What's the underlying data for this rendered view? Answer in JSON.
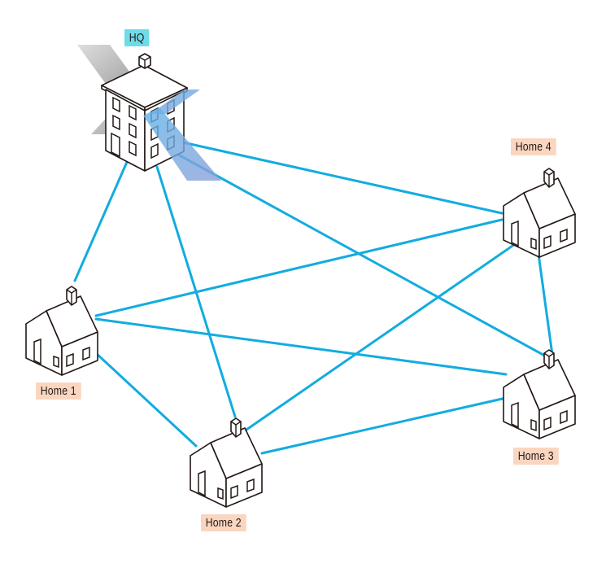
{
  "colors": {
    "link": "#12ACDF",
    "hq_label_bg": "#6EDCE8",
    "home_label_bg": "#FAD6C0",
    "outline": "#231815",
    "x_gray": "#9A9A9A",
    "x_blue": "#5B9BD5"
  },
  "nodes": [
    {
      "id": "hq",
      "label": "HQ",
      "type": "office-building"
    },
    {
      "id": "home1",
      "label": "Home 1",
      "type": "house"
    },
    {
      "id": "home2",
      "label": "Home 2",
      "type": "house"
    },
    {
      "id": "home3",
      "label": "Home 3",
      "type": "house"
    },
    {
      "id": "home4",
      "label": "Home 4",
      "type": "house"
    }
  ],
  "edges": [
    [
      "hq",
      "home1"
    ],
    [
      "hq",
      "home2"
    ],
    [
      "hq",
      "home3"
    ],
    [
      "hq",
      "home4"
    ],
    [
      "home1",
      "home2"
    ],
    [
      "home1",
      "home3"
    ],
    [
      "home1",
      "home4"
    ],
    [
      "home2",
      "home3"
    ],
    [
      "home2",
      "home4"
    ],
    [
      "home3",
      "home4"
    ]
  ],
  "annotations": {
    "hq_status": "disconnected (X mark over HQ)"
  }
}
